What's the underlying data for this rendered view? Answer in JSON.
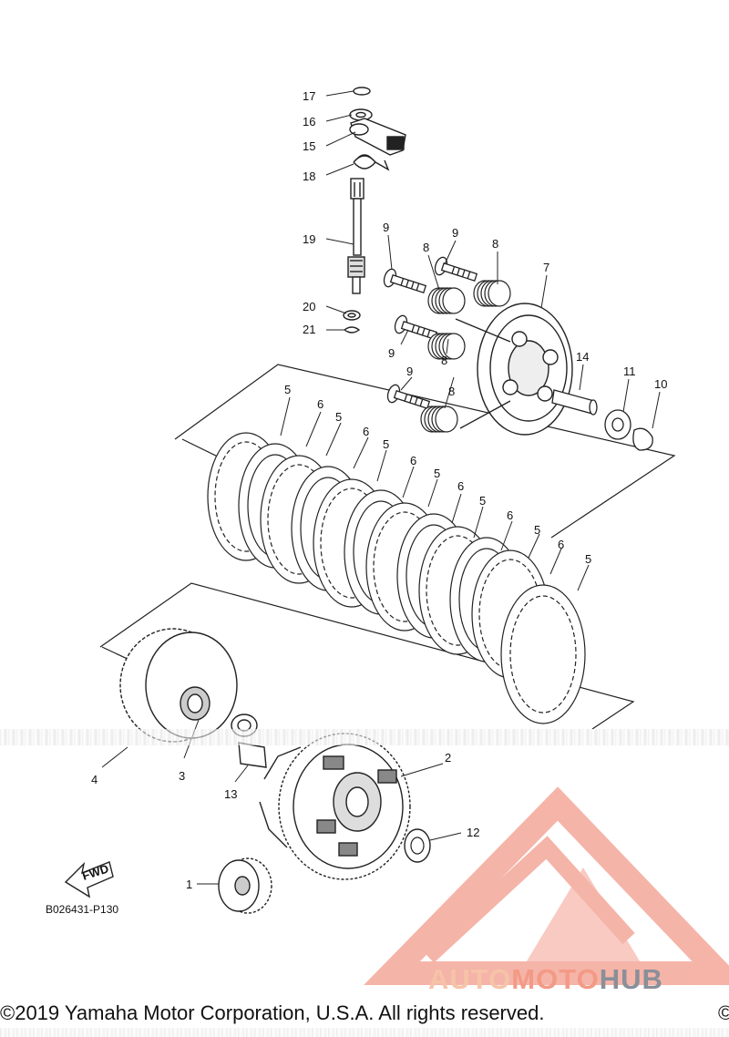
{
  "diagram": {
    "callouts": {
      "c1": "1",
      "c2": "2",
      "c3": "3",
      "c4": "4",
      "c5": "5",
      "c6": "6",
      "c7": "7",
      "c8": "8",
      "c9": "9",
      "c10": "10",
      "c11": "11",
      "c12": "12",
      "c13": "13",
      "c14": "14",
      "c15": "15",
      "c16": "16",
      "c17": "17",
      "c18": "18",
      "c19": "19",
      "c20": "20",
      "c21": "21"
    },
    "fwd_label": "FWD",
    "reference_code": "B026431-P130"
  },
  "footer": {
    "copyright": "©2019 Yamaha Motor Corporation, U.S.A. All rights reserved.",
    "copyright_cut": "©"
  },
  "watermark": {
    "auto": "AUTO",
    "moto": "MOTO",
    "hub": "HUB",
    "colors": {
      "triangle": "#f4a79a",
      "auto": "#f7c3a8",
      "moto": "#f39a86",
      "hub": "#8a8f99"
    }
  }
}
